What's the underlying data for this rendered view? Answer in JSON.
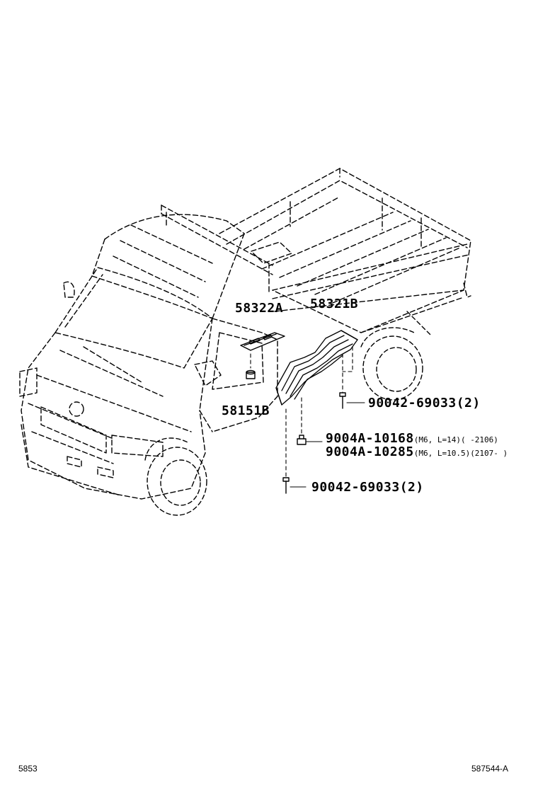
{
  "callouts": {
    "p58322a": "58322A",
    "p58321b": "58321B",
    "p58151b": "58151B",
    "p90042_upper": "90042-69033(2)",
    "p9004a_10168": "9004A-10168",
    "p9004a_10168_spec": "(M6, L=14)(       -2106)",
    "p9004a_10285": "9004A-10285",
    "p9004a_10285_spec": "(M6, L=10.5)(2107-       )",
    "p90042_lower": "90042-69033(2)"
  },
  "footer": {
    "left": "5853",
    "right": "587544-A"
  }
}
